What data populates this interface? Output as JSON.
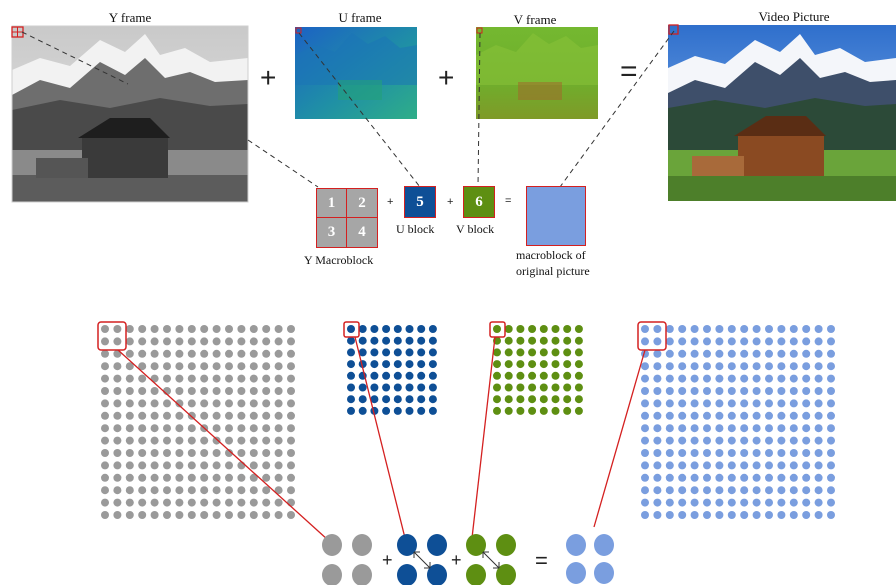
{
  "frames": {
    "y_title": "Y frame",
    "u_title": "U frame",
    "v_title": "V frame",
    "video_title": "Video Picture"
  },
  "macroblock": {
    "y_cells": [
      "1",
      "2",
      "3",
      "4"
    ],
    "y_label": "Y Macroblock",
    "u_num": "5",
    "u_label": "U block",
    "v_num": "6",
    "v_label": "V block",
    "orig_label_line1": "macroblock of",
    "orig_label_line2": "original picture"
  },
  "operators": {
    "plus": "+",
    "equals": "="
  },
  "colors": {
    "luma_gray": "#9a9a9a",
    "u_blue": "#0e4f96",
    "v_green": "#5e8f12",
    "rgb_blue": "#7a9edf",
    "highlight_red": "#d42020"
  },
  "dot_grids": {
    "y": {
      "cols": 16,
      "rows": 16
    },
    "u": {
      "cols": 8,
      "rows": 8
    },
    "v": {
      "cols": 8,
      "rows": 8
    },
    "rgb": {
      "cols": 16,
      "rows": 16
    }
  }
}
